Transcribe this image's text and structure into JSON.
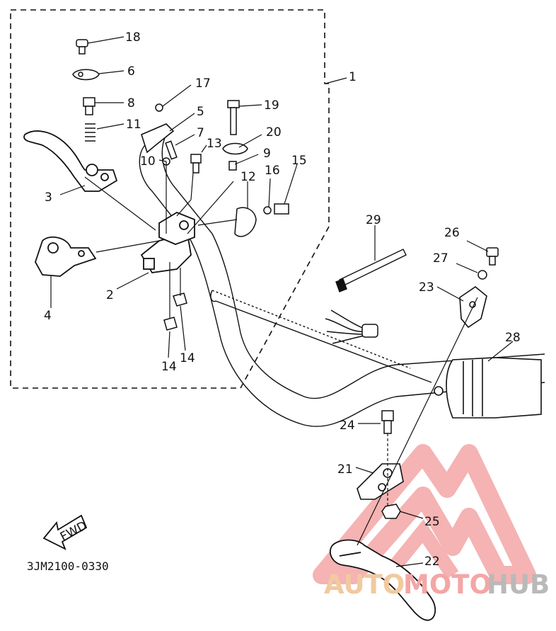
{
  "diagram": {
    "assembly_label": "1",
    "drawing_code": "3JM2100-0330",
    "fwd_label": "FWD",
    "part_labels": [
      {
        "id": "p1",
        "text": "1"
      },
      {
        "id": "p2",
        "text": "2"
      },
      {
        "id": "p3",
        "text": "3"
      },
      {
        "id": "p4",
        "text": "4"
      },
      {
        "id": "p5",
        "text": "5"
      },
      {
        "id": "p6",
        "text": "6"
      },
      {
        "id": "p7",
        "text": "7"
      },
      {
        "id": "p8",
        "text": "8"
      },
      {
        "id": "p9",
        "text": "9"
      },
      {
        "id": "p10",
        "text": "10"
      },
      {
        "id": "p11",
        "text": "11"
      },
      {
        "id": "p12",
        "text": "12"
      },
      {
        "id": "p13",
        "text": "13"
      },
      {
        "id": "p14a",
        "text": "14"
      },
      {
        "id": "p14b",
        "text": "14"
      },
      {
        "id": "p15",
        "text": "15"
      },
      {
        "id": "p16",
        "text": "16"
      },
      {
        "id": "p17",
        "text": "17"
      },
      {
        "id": "p18",
        "text": "18"
      },
      {
        "id": "p19",
        "text": "19"
      },
      {
        "id": "p20",
        "text": "20"
      },
      {
        "id": "p21",
        "text": "21"
      },
      {
        "id": "p22",
        "text": "22"
      },
      {
        "id": "p23",
        "text": "23"
      },
      {
        "id": "p24",
        "text": "24"
      },
      {
        "id": "p25",
        "text": "25"
      },
      {
        "id": "p26",
        "text": "26"
      },
      {
        "id": "p27",
        "text": "27"
      },
      {
        "id": "p28",
        "text": "28"
      },
      {
        "id": "p29",
        "text": "29"
      }
    ]
  },
  "watermark": {
    "part1": "AUTO",
    "part2": "MOTO",
    "part3": "HUB",
    "colors": {
      "auto": "#f2c9a0",
      "moto": "#f4a6a6",
      "hub": "#b9b9b9",
      "triangle": "#f29a9a"
    }
  }
}
